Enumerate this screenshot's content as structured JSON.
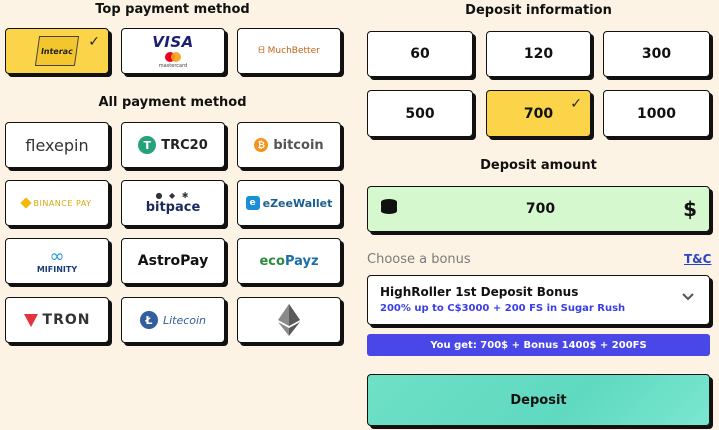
{
  "top_payment": {
    "heading": "Top payment method",
    "methods": [
      {
        "name": "Interac",
        "selected": true
      },
      {
        "name": "VISA",
        "sub": "mastercard"
      },
      {
        "name": "MuchBetter"
      }
    ]
  },
  "all_payment": {
    "heading": "All payment method",
    "methods": [
      {
        "label": "flexepin"
      },
      {
        "label": "TRC20"
      },
      {
        "label": "bitcoin"
      },
      {
        "label": "BINANCE PAY"
      },
      {
        "label": "bitpace"
      },
      {
        "label": "eZeeWallet"
      },
      {
        "label": "MIFINITY"
      },
      {
        "label": "AstroPay"
      },
      {
        "label": "ecoPayz",
        "parts": [
          "eco",
          "Payz"
        ]
      },
      {
        "label": "TRON"
      },
      {
        "label": "Litecoin"
      },
      {
        "label": "ethereum-icon"
      }
    ]
  },
  "deposit_info": {
    "heading": "Deposit information",
    "amounts": [
      "60",
      "120",
      "300",
      "500",
      "700",
      "1000"
    ],
    "selected_amount": "700"
  },
  "deposit_amount": {
    "heading": "Deposit amount",
    "value": "700",
    "currency_symbol": "$"
  },
  "bonus": {
    "choose_label": "Choose a bonus",
    "tc_link": "T&C",
    "name": "HighRoller 1st Deposit Bonus",
    "description": "200% up to C$3000 + 200 FS in Sugar Rush",
    "you_get": "You get: 700$ + Bonus 1400$ + 200FS"
  },
  "deposit_button": "Deposit",
  "colors": {
    "background": "#fdf3e4",
    "selected": "#fcd44a",
    "deposit_input_bg": "#d6f8cf",
    "accent_blue": "#4a47e8",
    "deposit_button": "#6ee0c6"
  }
}
